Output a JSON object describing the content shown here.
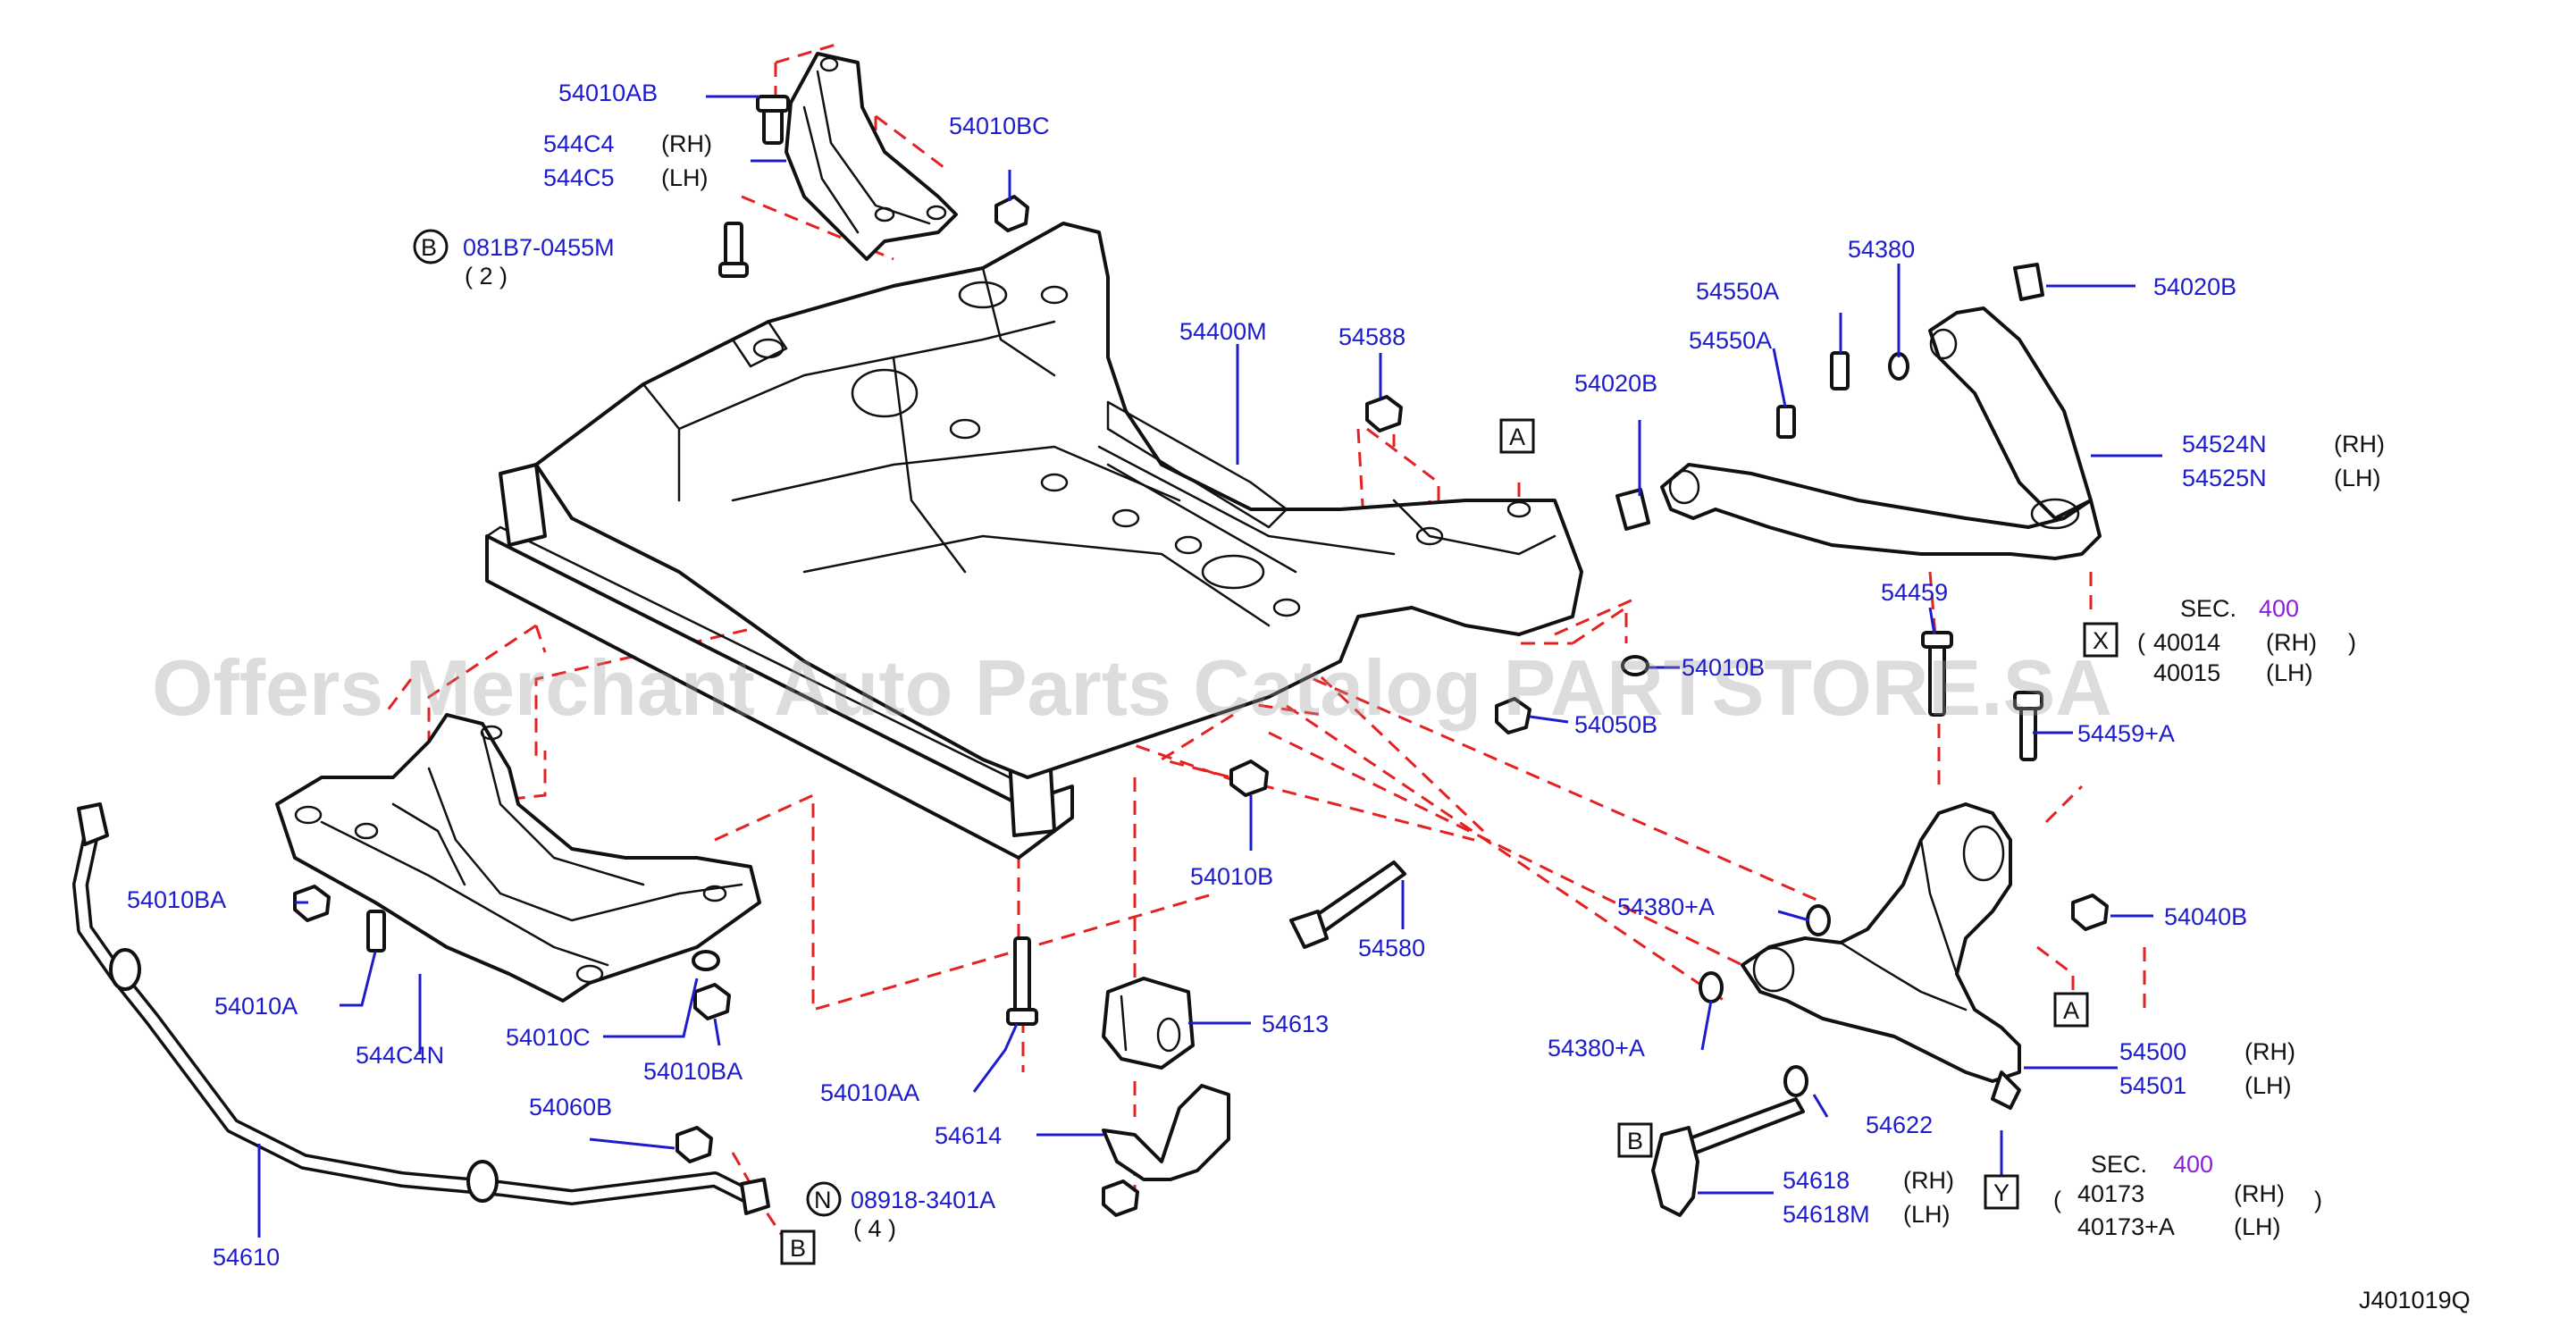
{
  "watermark": "Offers Merchant Auto Parts Catalog PARTSTORE.SA",
  "diagram_code": "J401019Q",
  "callouts": {
    "p54010AB": "54010AB",
    "p544C4": "544C4",
    "p544C5": "544C5",
    "rh1": "(RH)",
    "lh1": "(LH)",
    "p54010BC": "54010BC",
    "b_bolt": "081B7-0455M",
    "b_qty": "( 2 )",
    "p54400M": "54400M",
    "p54588": "54588",
    "p54380": "54380",
    "p54550A_1": "54550A",
    "p54550A_2": "54550A",
    "p54020B_1": "54020B",
    "p54020B_2": "54020B",
    "p54524N": "54524N",
    "p54525N": "54525N",
    "rh2": "(RH)",
    "lh2": "(LH)",
    "p54459": "54459",
    "p54010B_1": "54010B",
    "p54050B": "54050B",
    "p54459A": "54459+A",
    "p54010BA_1": "54010BA",
    "p54010A": "54010A",
    "p544C4N": "544C4N",
    "p54010C": "54010C",
    "p54010BA_2": "54010BA",
    "p54010B_2": "54010B",
    "p54580": "54580",
    "p54380A_1": "54380+A",
    "p54040B": "54040B",
    "p54380A_2": "54380+A",
    "p54613": "54613",
    "p54010AA": "54010AA",
    "p54614": "54614",
    "p54060B": "54060B",
    "n_nut": "08918-3401A",
    "n_qty": "( 4 )",
    "p54610": "54610",
    "p54500": "54500",
    "p54501": "54501",
    "rh3": "(RH)",
    "lh3": "(LH)",
    "p54622": "54622",
    "p54618": "54618",
    "p54618M": "54618M",
    "rh4": "(RH)",
    "lh4": "(LH)"
  },
  "sections": {
    "x": {
      "sec": "SEC.",
      "num": "400",
      "a": "40014",
      "a_side": "(RH)",
      "b": "40015",
      "b_side": "(LH)"
    },
    "y": {
      "sec": "SEC.",
      "num": "400",
      "a": "40173",
      "a_side": "(RH)",
      "b": "40173+A",
      "b_side": "(LH)"
    }
  },
  "ref_boxes": {
    "A": "A",
    "B": "B",
    "X": "X",
    "Y": "Y",
    "N": "N"
  },
  "colors": {
    "callout": "#1c1ccc",
    "dashed_leader": "#e52121",
    "section_num": "#8a1fd6",
    "lines": "#111111"
  }
}
